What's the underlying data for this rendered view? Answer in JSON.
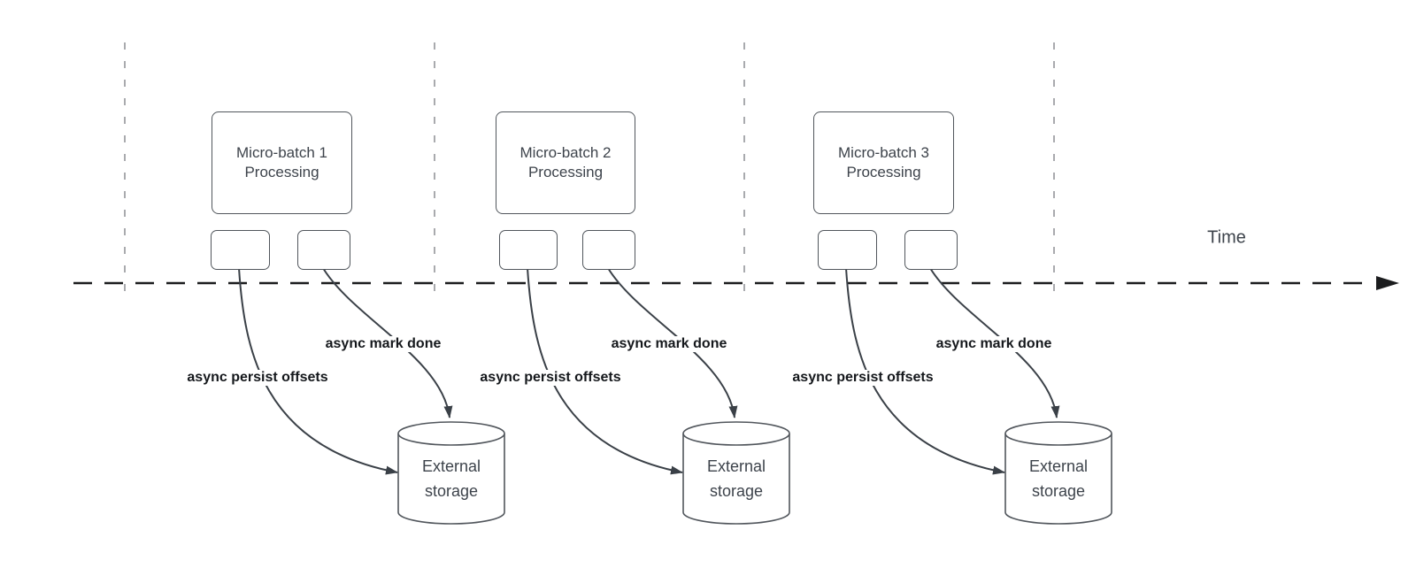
{
  "timeline": {
    "label": "Time"
  },
  "groups": [
    {
      "box_label": "Micro-batch 1\nProcessing",
      "persist_label": "async persist offsets",
      "mark_done_label": "async mark done",
      "storage_label": "External\nstorage"
    },
    {
      "box_label": "Micro-batch 2\nProcessing",
      "persist_label": "async persist offsets",
      "mark_done_label": "async mark done",
      "storage_label": "External\nstorage"
    },
    {
      "box_label": "Micro-batch 3\nProcessing",
      "persist_label": "async persist offsets",
      "mark_done_label": "async mark done",
      "storage_label": "External\nstorage"
    }
  ],
  "colors": {
    "background": "#ffffff",
    "flow_line": "#3a4047",
    "timeline_line": "#1b1c1e",
    "guideline": "#a9aaae",
    "shape_border": "#51565c",
    "shape_text": "#3d434b",
    "edge_label_text": "#15181c"
  }
}
